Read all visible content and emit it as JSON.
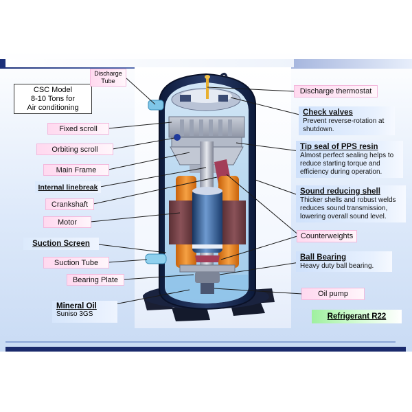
{
  "model_box": {
    "line1": "CSC Model",
    "line2": "8-10 Tons for",
    "line3": "Air conditioning"
  },
  "left_labels": {
    "discharge_tube_1": "Discharge",
    "discharge_tube_2": "Tube",
    "fixed_scroll": "Fixed scroll",
    "orbiting_scroll": "Orbiting scroll",
    "main_frame": "Main Frame",
    "internal_linebreak": "Internal linebreak",
    "crankshaft": "Crankshaft",
    "motor": "Motor",
    "suction_screen": "Suction Screen",
    "suction_tube": "Suction Tube",
    "bearing_plate": "Bearing Plate",
    "mineral_oil_title": "Mineral Oil",
    "mineral_oil_desc": "Suniso 3GS"
  },
  "right_labels": {
    "discharge_thermostat": "Discharge thermostat",
    "check_valves_title": "Check valves",
    "check_valves_desc1": "Prevent reverse-rotation at",
    "check_valves_desc2": "shutdown.",
    "tip_seal_title": "Tip seal of PPS resin",
    "tip_seal_desc1": "Almost perfect sealing helps to",
    "tip_seal_desc2": "reduce starting torque and",
    "tip_seal_desc3": "efficiency during operation.",
    "sound_shell_title": "Sound reducing shell",
    "sound_shell_desc1": "Thicker shells and robust welds",
    "sound_shell_desc2": "reduces sound transmission,",
    "sound_shell_desc3": "lowering overall sound level.",
    "counterweights": "Counterweights",
    "ball_bearing_title": "Ball Bearing",
    "ball_bearing_desc": "Heavy duty ball bearing.",
    "oil_pump": "Oil pump",
    "refrigerant": "Refrigerant R22"
  },
  "colors": {
    "label_pink": "#ffd9ef",
    "label_blue": "#dceafc",
    "refrigerant_green": "#9ff09f",
    "bar_navy": "#1a2a6c",
    "motor_orange": "#f28a1c",
    "rotor_blue": "#2d5a9c"
  }
}
